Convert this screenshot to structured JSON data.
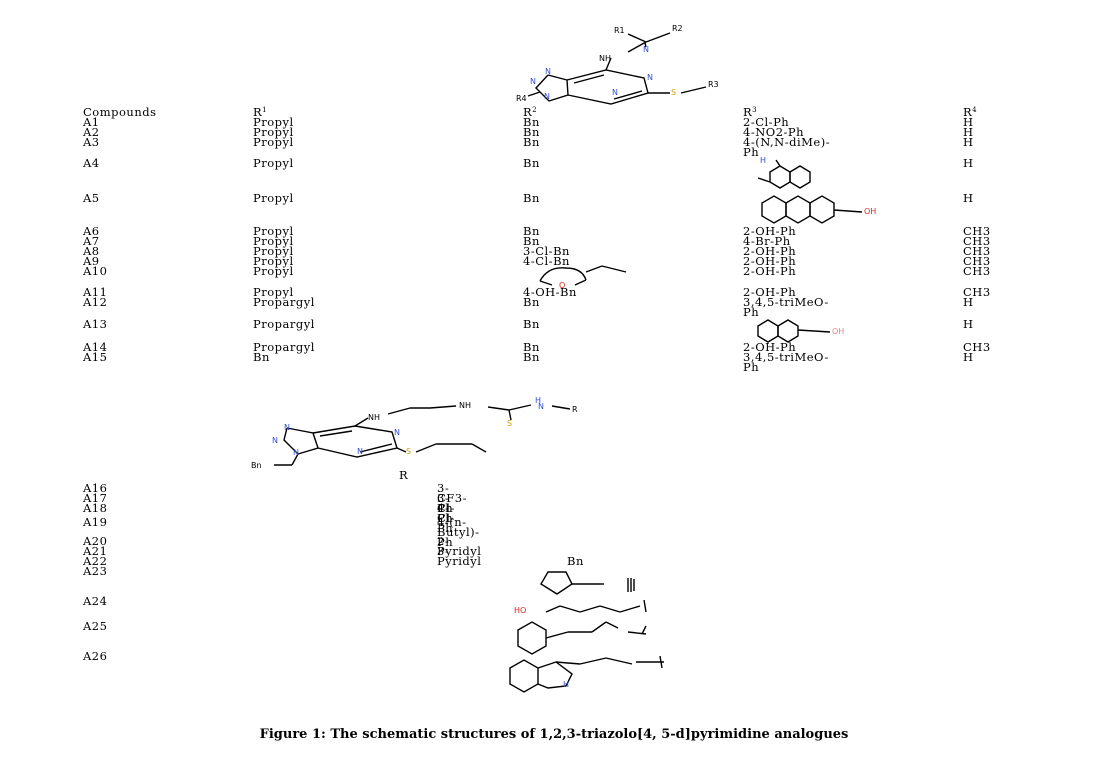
{
  "table1": {
    "headers": [
      "Compounds",
      "R1",
      "R2",
      "R3",
      "R4"
    ],
    "rows": [
      {
        "id": "A1",
        "r1": "Propyl",
        "r2": "Bn",
        "r3": "2-Cl-Ph",
        "r4": "H"
      },
      {
        "id": "A2",
        "r1": "Propyl",
        "r2": "Bn",
        "r3": "4-NO2-Ph",
        "r4": "H"
      },
      {
        "id": "A3",
        "r1": "Propyl",
        "r2": "Bn",
        "r3": "4-(N,N-diMe)-",
        "r3b": "Ph",
        "r4": "H"
      },
      {
        "id": "A4",
        "r1": "Propyl",
        "r2": "Bn",
        "r3": "",
        "r4": "H"
      },
      {
        "id": "A5",
        "r1": "Propyl",
        "r2": "Bn",
        "r3": "",
        "r4": "H"
      },
      {
        "id": "A6",
        "r1": "Propyl",
        "r2": "Bn",
        "r3": "2-OH-Ph",
        "r4": "CH3"
      },
      {
        "id": "A7",
        "r1": "Propyl",
        "r2": "Bn",
        "r3": "4-Br-Ph",
        "r4": "CH3"
      },
      {
        "id": "A8",
        "r1": "Propyl",
        "r2": "3-Cl-Bn",
        "r3": "2-OH-Ph",
        "r4": "CH3"
      },
      {
        "id": "A9",
        "r1": "Propyl",
        "r2": "4-Cl-Bn",
        "r3": "2-OH-Ph",
        "r4": "CH3"
      },
      {
        "id": "A10",
        "r1": "Propyl",
        "r2": "",
        "r3": "2-OH-Ph",
        "r4": "CH3"
      },
      {
        "id": "A11",
        "r1": "Propyl",
        "r2": "4-OH-Bn",
        "r3": "2-OH-Ph",
        "r4": "CH3"
      },
      {
        "id": "A12",
        "r1": "Propargyl",
        "r2": "Bn",
        "r3": "3,4,5-triMeO-",
        "r3b": "Ph",
        "r4": "H"
      },
      {
        "id": "A13",
        "r1": "Propargyl",
        "r2": "Bn",
        "r3": "",
        "r4": "H"
      },
      {
        "id": "A14",
        "r1": "Propargyl",
        "r2": "Bn",
        "r3": "2-OH-Ph",
        "r4": "CH3"
      },
      {
        "id": "A15",
        "r1": "Bn",
        "r2": "Bn",
        "r3": "3,4,5-triMeO-",
        "r3b": "Ph",
        "r4": "H"
      }
    ]
  },
  "structure1_labels": {
    "r1": "R1",
    "r2": "R2",
    "r3": "R3",
    "r4": "R4",
    "n": "N",
    "nh": "NH",
    "s": "S",
    "r4_sup": "4",
    "r3_sup": "3",
    "r2_sup": "2"
  },
  "structure2_labels": {
    "nh1": "NH",
    "nh2": "NH",
    "nh3": "H",
    "n_amide": "N",
    "r": "R",
    "s": "S",
    "bn": "Bn",
    "n": "N"
  },
  "table2": {
    "header_r": "R",
    "rows": [
      {
        "id": "A16",
        "r": "3-CF3-Ph"
      },
      {
        "id": "A17",
        "r": "3-Cl-Ph"
      },
      {
        "id": "A18",
        "r": "4-Cl-Ph"
      },
      {
        "id": "A19",
        "r": "4-(n-Butyl)-Ph"
      },
      {
        "id": "A20",
        "r": "2-Pyridyl"
      },
      {
        "id": "A21",
        "r": "3-Pyridyl"
      },
      {
        "id": "A22",
        "r": "Bn"
      },
      {
        "id": "A23",
        "r": ""
      },
      {
        "id": "A24",
        "r": ""
      },
      {
        "id": "A25",
        "r": ""
      },
      {
        "id": "A26",
        "r": ""
      }
    ]
  },
  "small_labels": {
    "oh": "OH",
    "ho": "HO",
    "o": "O",
    "h": "H",
    "nh_indole": "H"
  },
  "caption": "Figure 1: The schematic structures of 1,2,3-triazolo[4, 5-d]pyrimidine analogues"
}
